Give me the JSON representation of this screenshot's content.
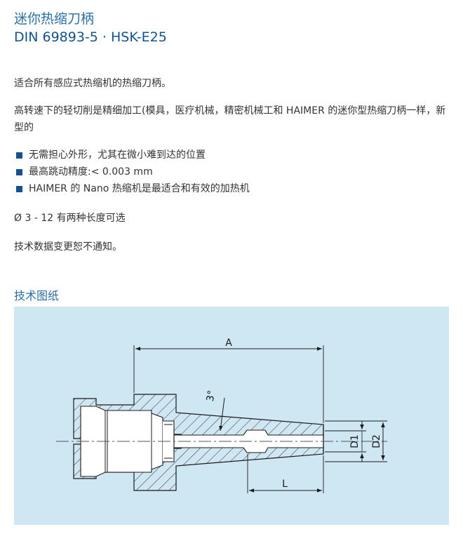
{
  "header": {
    "title_cn": "迷你热缩刀柄",
    "title_en": "DIN 69893-5 · HSK-E25"
  },
  "description": {
    "p1": "适合所有感应式热缩机的热缩刀柄。",
    "p2": "高转速下的轻切削是精细加工(模具，医疗机械，精密机械工和 HAIMER 的迷你型热缩刀柄一样，新型的",
    "bullets": [
      "无需担心外形，尤其在微小难到达的位置",
      "最高跳动精度:< 0.003 mm",
      "HAIMER 的 Nano 热缩机是最适合和有效的加热机"
    ],
    "p3": "Ø 3 - 12 有两种长度可选",
    "p4": "技术数据变更恕不通知。"
  },
  "drawing": {
    "section_title": "技术图纸",
    "labels": {
      "A": "A",
      "L": "L",
      "D1": "D1",
      "D2": "D2",
      "angle": "3°"
    },
    "colors": {
      "background": "#cfe6f3",
      "line": "#1b1b1b",
      "center_line": "#555555"
    }
  }
}
